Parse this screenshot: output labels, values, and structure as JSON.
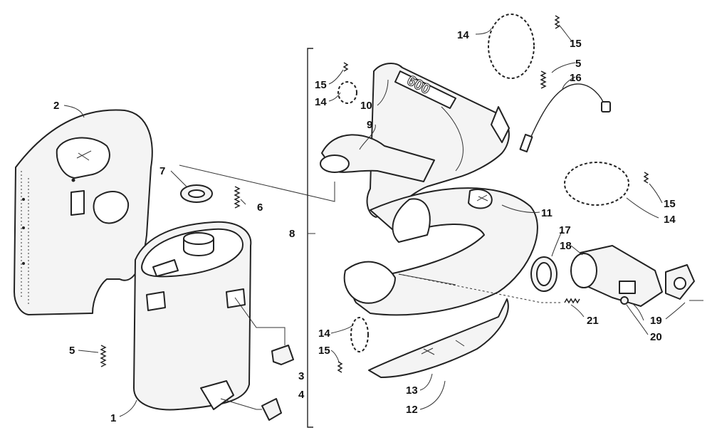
{
  "callouts": {
    "c1": "1",
    "c2": "2",
    "c3": "3",
    "c4": "4",
    "c5a": "5",
    "c5b": "5",
    "c6": "6",
    "c7": "7",
    "c8": "8",
    "c9": "9",
    "c10": "10",
    "c11": "11",
    "c12": "12",
    "c13": "13",
    "c14a": "14",
    "c14b": "14",
    "c14c": "14",
    "c14d": "14",
    "c15a": "15",
    "c15b": "15",
    "c15c": "15",
    "c15d": "15",
    "c16": "16",
    "c17": "17",
    "c18": "18",
    "c19": "19",
    "c20": "20",
    "c21": "21"
  },
  "decal": {
    "engine_size": "600"
  },
  "colors": {
    "line": "#222222",
    "fill": "#f4f4f4",
    "background": "#ffffff"
  }
}
